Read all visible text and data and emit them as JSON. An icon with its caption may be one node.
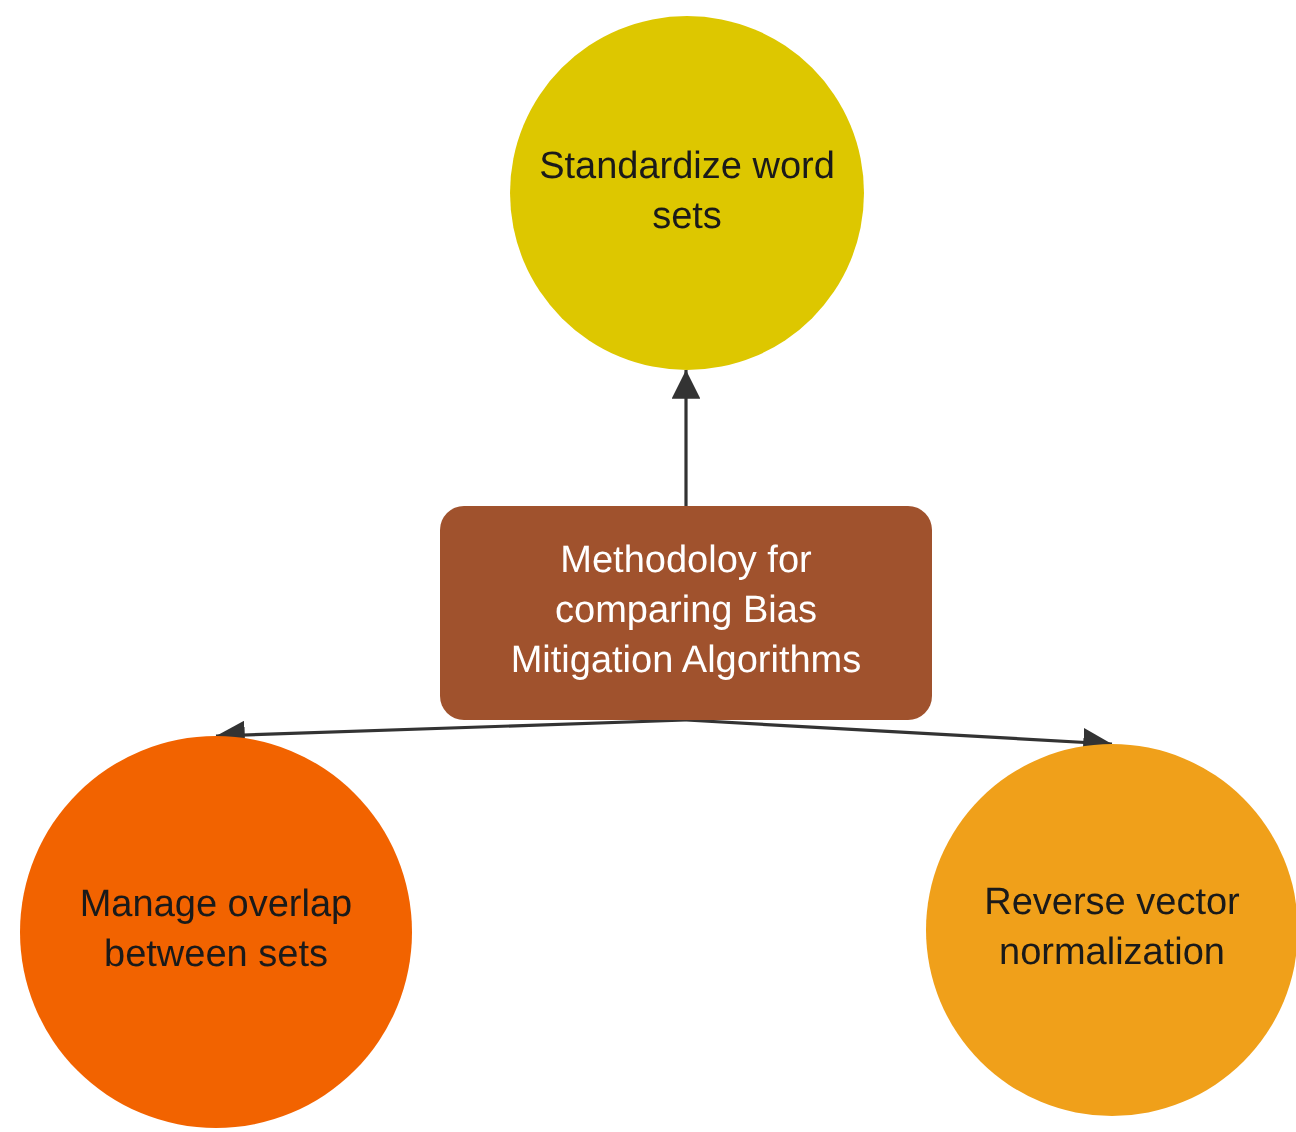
{
  "diagram": {
    "nodes": [
      {
        "text": [
          "Methodoloy for comparing Bias Mitigation Algorithms"
        ]
      },
      {
        "text": [
          "Standardize word sets"
        ]
      },
      {
        "text": [
          "Manage overlap between sets"
        ]
      },
      {
        "text": [
          "Reverse vector normalization"
        ]
      }
    ],
    "edges": [
      {
        "from": 0,
        "to": 1,
        "arrow": "to"
      },
      {
        "from": 0,
        "to": 2,
        "arrow": "to"
      },
      {
        "from": 0,
        "to": 3,
        "arrow": "to"
      }
    ]
  }
}
